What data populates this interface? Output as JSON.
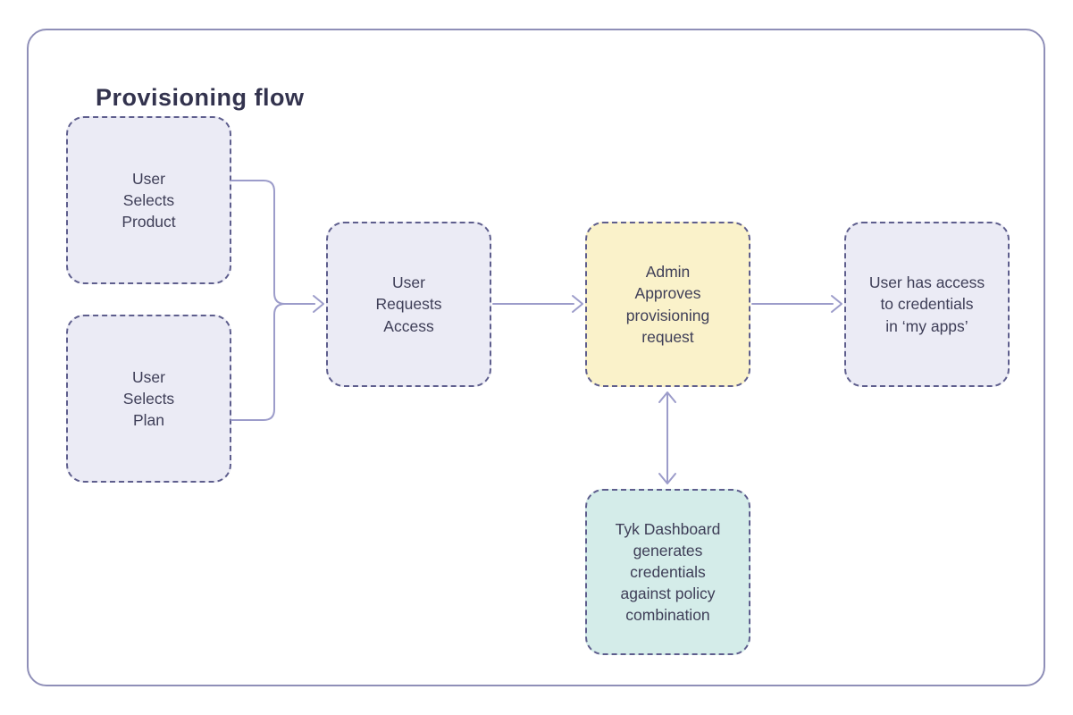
{
  "diagram": {
    "title": "Provisioning flow",
    "nodes": [
      {
        "id": "user-selects-product",
        "label": "User\nSelects\nProduct",
        "fill": "#ebebf5"
      },
      {
        "id": "user-selects-plan",
        "label": "User\nSelects\nPlan",
        "fill": "#ebebf5"
      },
      {
        "id": "user-requests-access",
        "label": "User\nRequests\nAccess",
        "fill": "#ebebf5"
      },
      {
        "id": "admin-approves",
        "label": "Admin\nApproves\nprovisioning\nrequest",
        "fill": "#faf2ca"
      },
      {
        "id": "user-has-access",
        "label": "User has access\nto credentials\nin ‘my apps’",
        "fill": "#ebebf5"
      },
      {
        "id": "tyk-dashboard",
        "label": "Tyk Dashboard\ngenerates\ncredentials\nagainst policy\ncombination",
        "fill": "#d4ece9"
      }
    ],
    "edges": [
      {
        "from": "user-selects-product",
        "to": "user-requests-access",
        "direction": "one-way"
      },
      {
        "from": "user-selects-plan",
        "to": "user-requests-access",
        "direction": "one-way"
      },
      {
        "from": "user-requests-access",
        "to": "admin-approves",
        "direction": "one-way"
      },
      {
        "from": "admin-approves",
        "to": "user-has-access",
        "direction": "one-way"
      },
      {
        "from": "admin-approves",
        "to": "tyk-dashboard",
        "direction": "two-way"
      }
    ],
    "colors": {
      "node_border": "#5e5e8d",
      "connector": "#9c9cca",
      "frame_border": "#8f8fb8",
      "title_text": "#33334e",
      "node_text": "#3e3e57",
      "lavender_fill": "#ebebf5",
      "yellow_fill": "#faf2ca",
      "teal_fill": "#d4ece9"
    }
  }
}
